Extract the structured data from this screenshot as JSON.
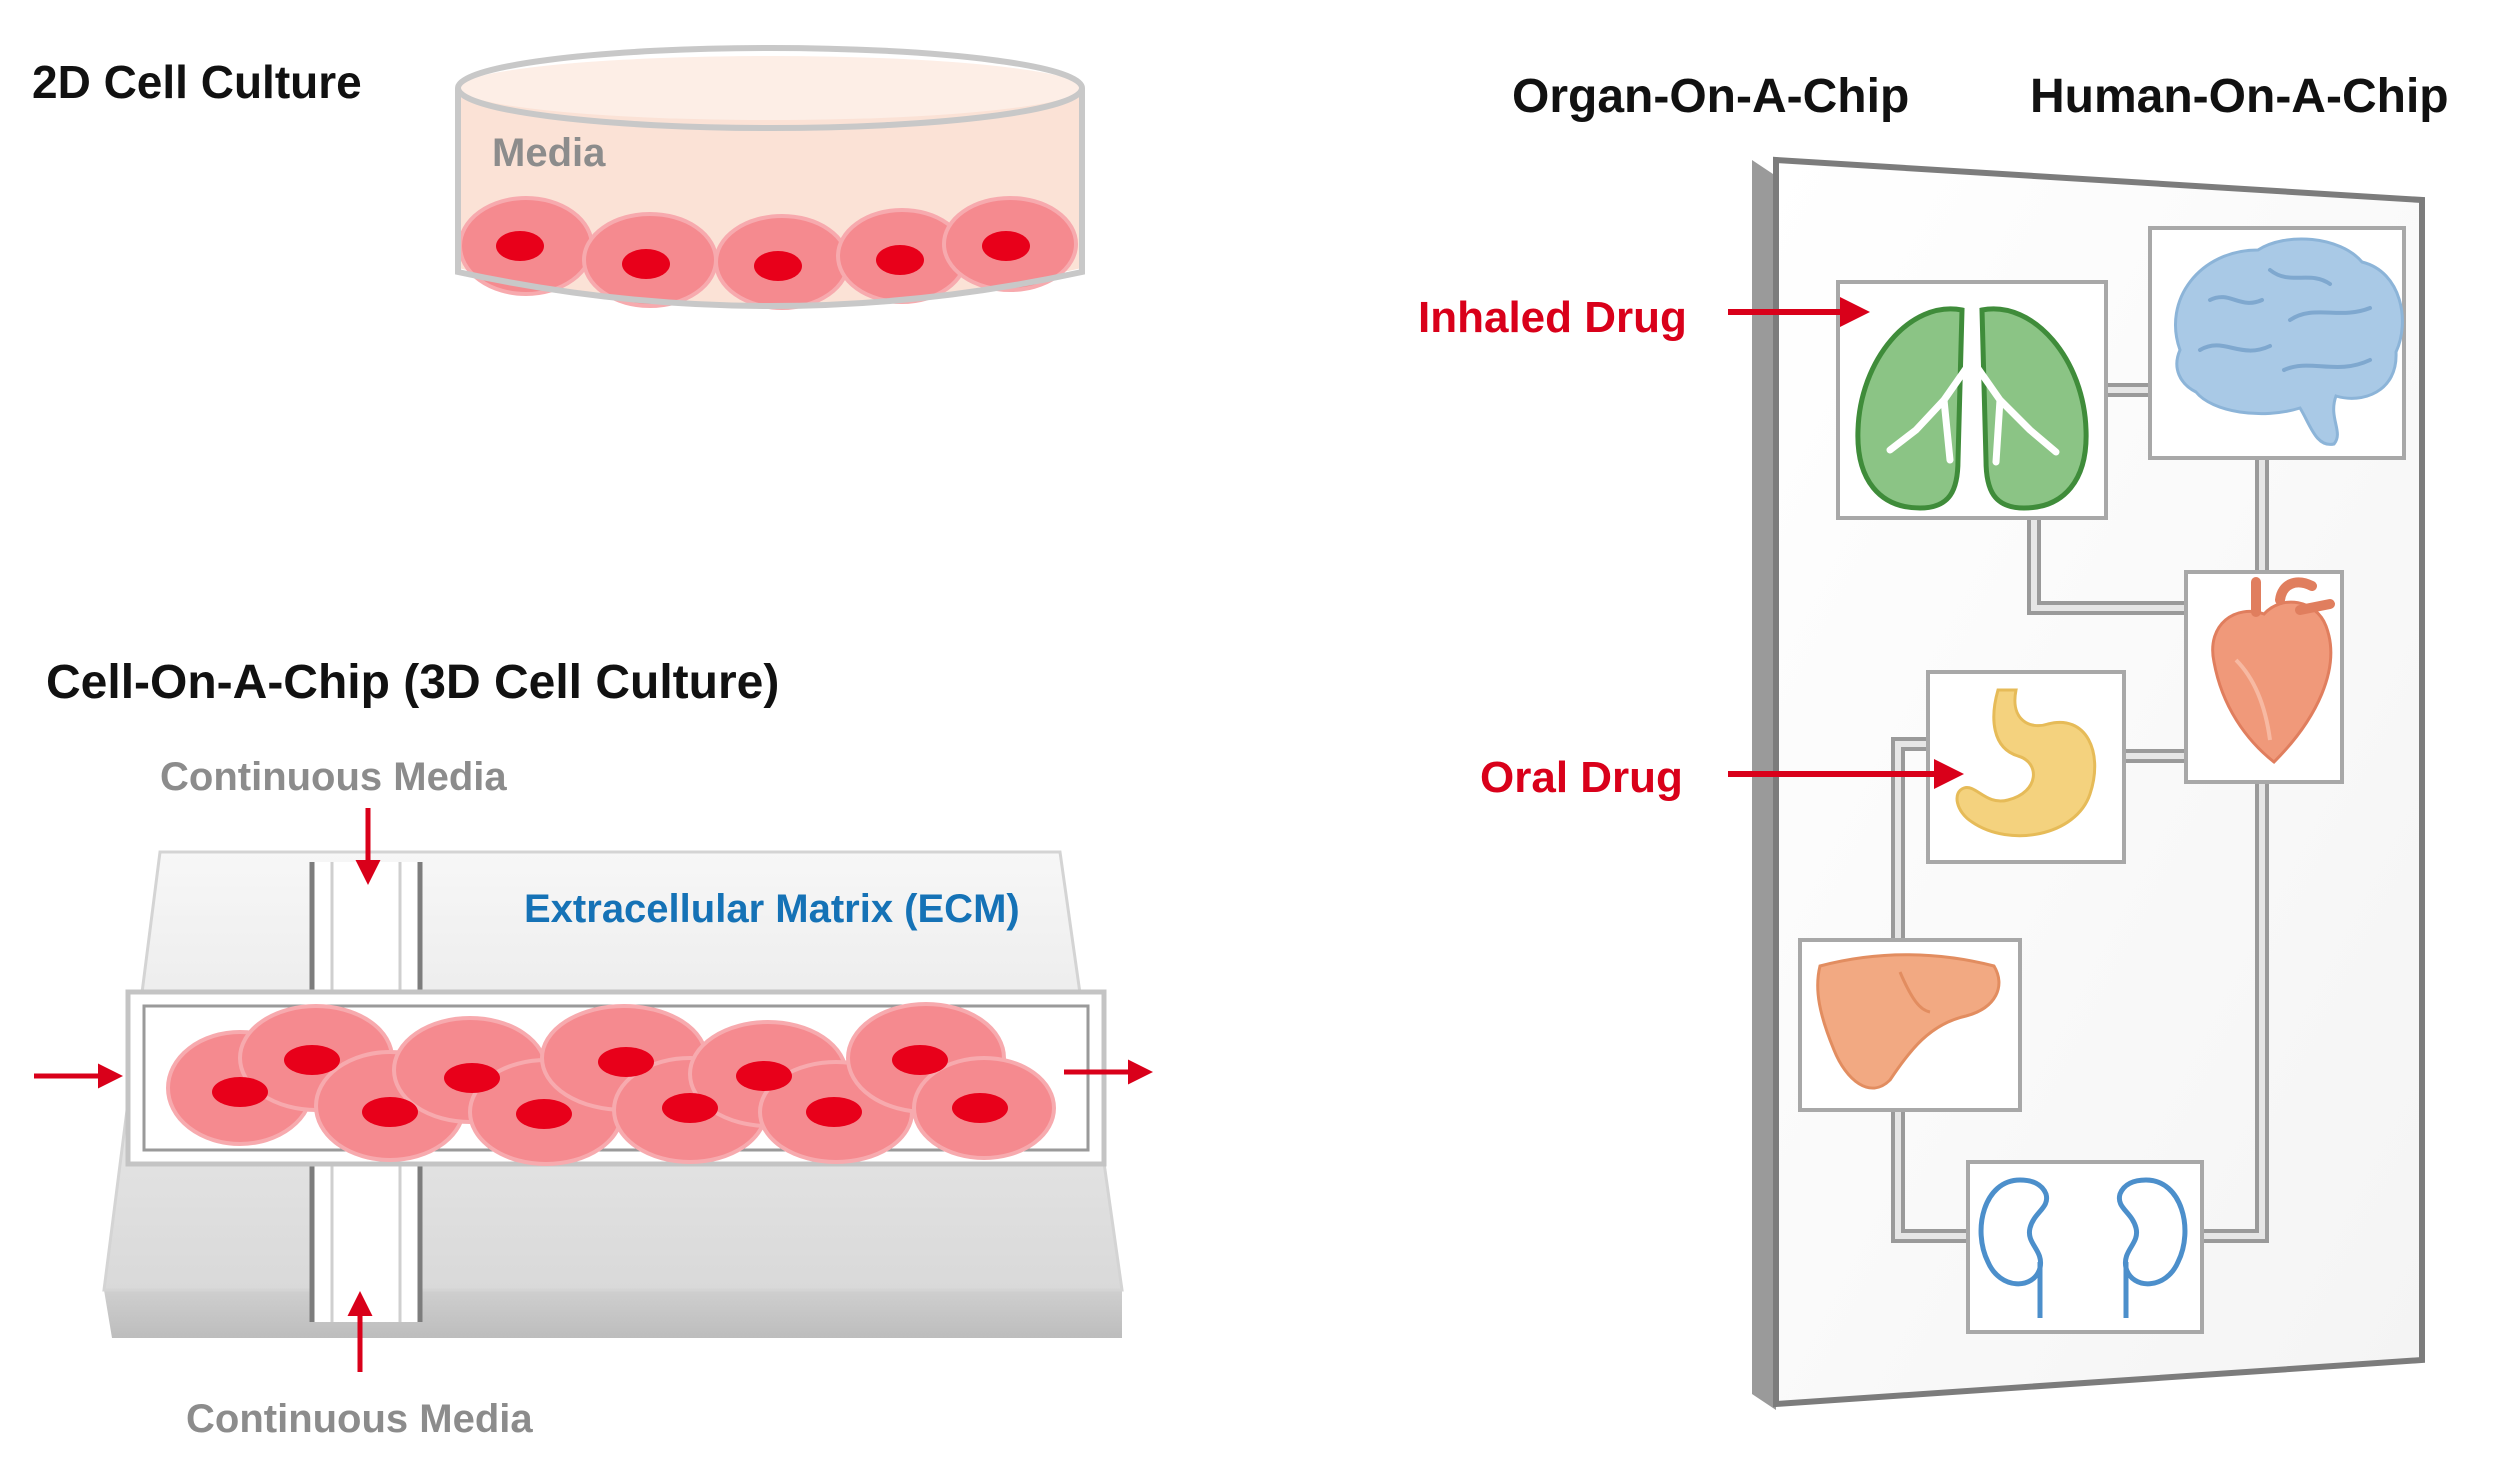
{
  "labels": {
    "culture2d_title": "2D Cell Culture",
    "media": "Media",
    "cell_chip_title": "Cell-On-A-Chip (3D Cell Culture)",
    "continuous_media_top": "Continuous Media",
    "continuous_media_bottom": "Continuous Media",
    "ecm": "Extracellular Matrix (ECM)",
    "organ_chip_title": "Organ-On-A-Chip",
    "human_chip_title": "Human-On-A-Chip",
    "inhaled_drug": "Inhaled Drug",
    "oral_drug": "Oral Drug"
  },
  "organs": [
    "lung",
    "brain",
    "heart",
    "stomach",
    "liver",
    "kidneys"
  ],
  "colors": {
    "drug_label": "#d9001a",
    "arrow": "#d9001a",
    "ecm_label": "#1572b6",
    "grey_label": "#8c8c8c",
    "title": "#111111",
    "cell_body": "#f58a8f",
    "cell_nucleus": "#e8001a",
    "media_fill": "#fbe2d6",
    "lung": "#8bc485",
    "brain": "#a9c9e6",
    "heart": "#f0997a",
    "stomach": "#f4d27e",
    "liver": "#f2a982",
    "kidney": "#4c8fcb"
  }
}
